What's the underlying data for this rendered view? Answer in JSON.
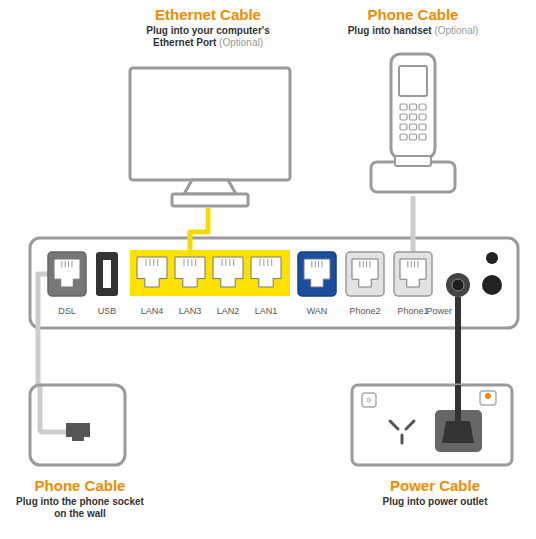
{
  "diagram": {
    "nodes": [
      {
        "text": [
          "Ethernet Cable",
          "Plug into your computer's Ethernet Port",
          "(Optional)"
        ]
      },
      {
        "text": [
          "Phone Cable",
          "Plug into handset",
          "(Optional)"
        ]
      },
      {
        "text": [
          "DSL"
        ]
      },
      {
        "text": [
          "USB"
        ]
      },
      {
        "text": [
          "LAN4"
        ]
      },
      {
        "text": [
          "LAN3"
        ]
      },
      {
        "text": [
          "LAN2"
        ]
      },
      {
        "text": [
          "LAN1"
        ]
      },
      {
        "text": [
          "WAN"
        ]
      },
      {
        "text": [
          "Phone2"
        ]
      },
      {
        "text": [
          "Phone1"
        ]
      },
      {
        "text": [
          "Power"
        ]
      },
      {
        "text": [
          "Phone Cable",
          "Plug into the phone socket on the wall"
        ]
      },
      {
        "text": [
          "Power Cable",
          "Plug into power outlet"
        ]
      }
    ],
    "edges": [
      {
        "from": 0,
        "to": 5,
        "arrow": "none"
      },
      {
        "from": 1,
        "to": 10,
        "arrow": "none"
      },
      {
        "from": 2,
        "to": 12,
        "arrow": "none"
      },
      {
        "from": 11,
        "to": 13,
        "arrow": "none"
      }
    ]
  }
}
